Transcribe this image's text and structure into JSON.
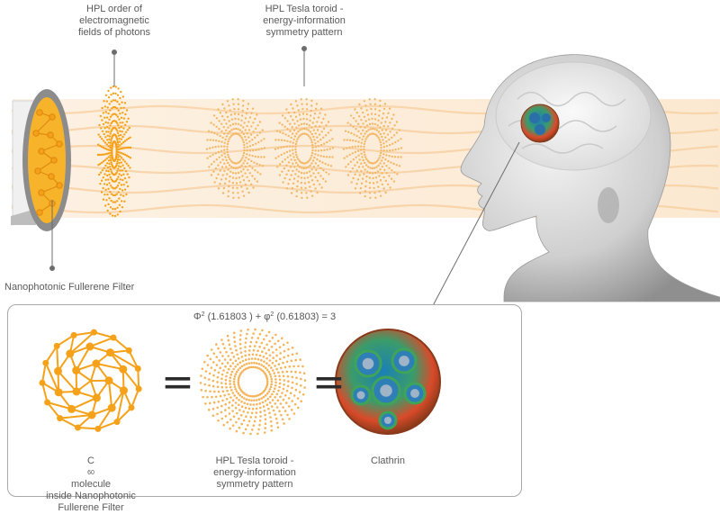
{
  "top_labels": {
    "hpl_order": [
      "HPL order of",
      "electromagnetic",
      "fields of photons"
    ],
    "tesla_toroid": [
      "HPL Tesla toroid -",
      "energy-information",
      "symmetry pattern"
    ],
    "filter": "Nanophotonic Fullerene Filter"
  },
  "bottom_panel": {
    "equation": {
      "phi_upper": "Φ",
      "exp": "2",
      "part1": " (1.61803 ) + ",
      "phi_lower": "φ",
      "part2": " (0.61803) = 3"
    },
    "equals_sign": "=",
    "c60_caption": {
      "prefix": "C",
      "subscript": "60",
      "suffix": " molecule",
      "line2": "inside Nanophotonic",
      "line3": "Fullerene Filter"
    },
    "toroid_caption": [
      "HPL Tesla toroid -",
      "energy-information",
      "symmetry pattern"
    ],
    "clathrin_caption": "Clathrin"
  },
  "colors": {
    "orange": "#f5a21a",
    "light_orange": "#f8cf8c",
    "wave": "#fbe3c4",
    "grey_line": "#6d6d6d"
  }
}
